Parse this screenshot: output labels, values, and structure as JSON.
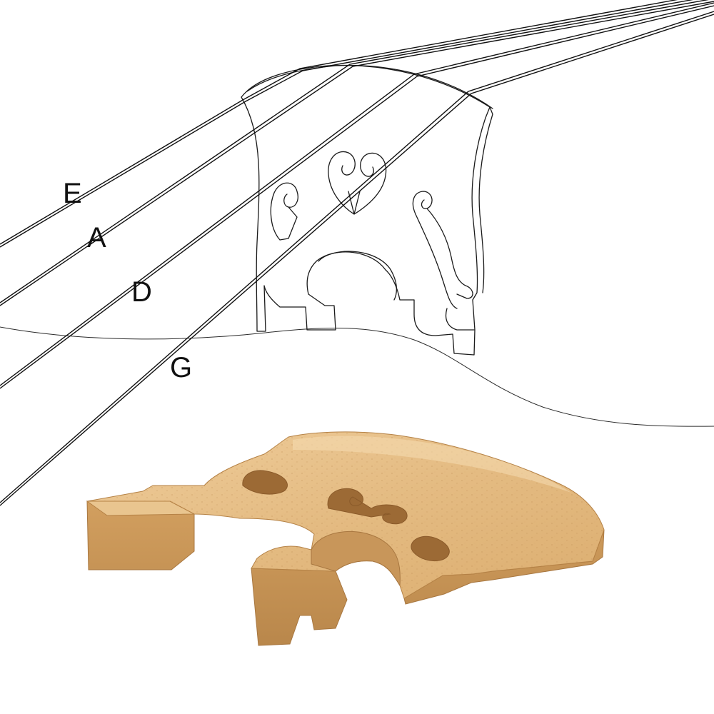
{
  "diagram": {
    "strings": [
      {
        "id": "e",
        "label": "E"
      },
      {
        "id": "a",
        "label": "A"
      },
      {
        "id": "d",
        "label": "D"
      },
      {
        "id": "g",
        "label": "G"
      }
    ]
  },
  "colors": {
    "line": "#1a1a1a",
    "wood_light": "#e8c38e",
    "wood_mid": "#d9ab6c",
    "wood_dark": "#b8864a",
    "background": "#ffffff"
  }
}
